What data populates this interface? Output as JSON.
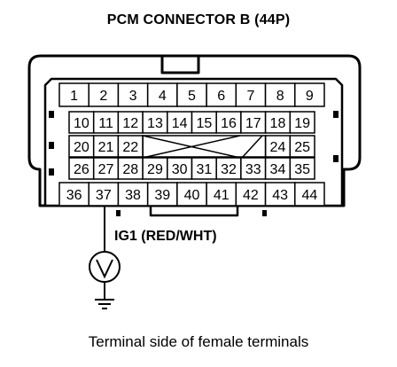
{
  "title": "PCM CONNECTOR B (44P)",
  "caption": "Terminal side of female terminals",
  "wire_label": "IG1 (RED/WHT)",
  "rows": [
    [
      "1",
      "2",
      "3",
      "4",
      "5",
      "6",
      "7",
      "8",
      "9"
    ],
    [
      "10",
      "11",
      "12",
      "13",
      "14",
      "15",
      "16",
      "17",
      "18",
      "19"
    ],
    [
      "20",
      "21",
      "22",
      "",
      "",
      "",
      "",
      "",
      "24",
      "25"
    ],
    [
      "26",
      "27",
      "28",
      "29",
      "30",
      "31",
      "32",
      "33",
      "34",
      "35"
    ],
    [
      "36",
      "37",
      "38",
      "39",
      "40",
      "41",
      "42",
      "43",
      "44"
    ]
  ],
  "icons": {
    "meter": "voltmeter-icon",
    "ground": "ground-icon"
  }
}
